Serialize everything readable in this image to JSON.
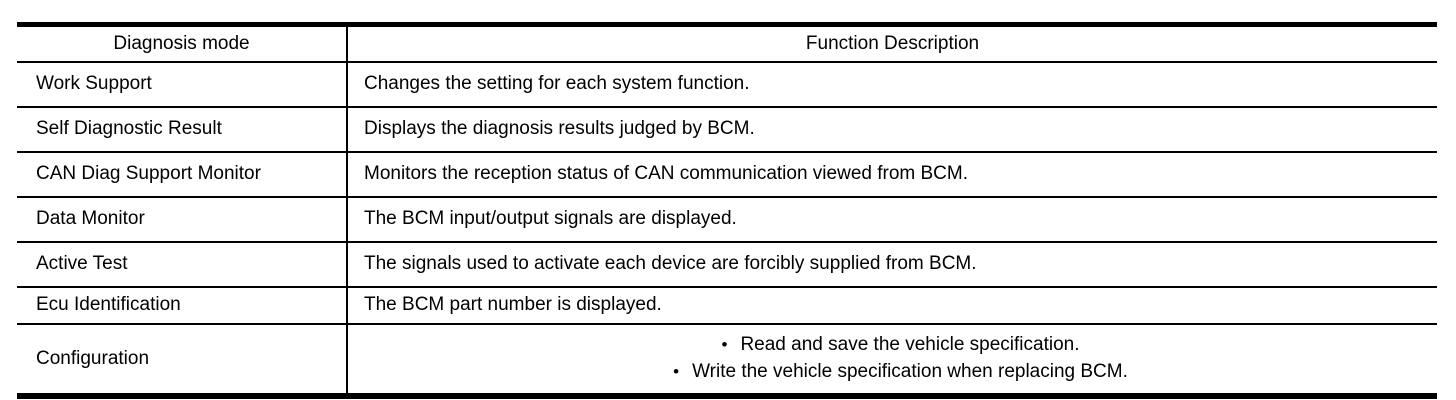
{
  "colors": {
    "border": "#000000",
    "text": "#000000",
    "background": "#ffffff"
  },
  "table": {
    "headers": [
      "Diagnosis mode",
      "Function Description"
    ],
    "bullet_glyph": "•",
    "rows": [
      {
        "mode": "Work Support",
        "description": "Changes the setting for each system function."
      },
      {
        "mode": "Self Diagnostic Result",
        "description": "Displays the diagnosis results judged by BCM."
      },
      {
        "mode": "CAN Diag Support Monitor",
        "description": "Monitors the reception status of CAN communication viewed from BCM."
      },
      {
        "mode": "Data Monitor",
        "description": "The BCM input/output signals are displayed."
      },
      {
        "mode": "Active Test",
        "description": "The signals used to activate each device are forcibly supplied from BCM."
      },
      {
        "mode": "Ecu Identification",
        "description": "The BCM part number is displayed."
      },
      {
        "mode": "Configuration",
        "description_bullets": [
          "Read and save the vehicle specification.",
          "Write the vehicle specification when replacing BCM."
        ]
      }
    ]
  }
}
